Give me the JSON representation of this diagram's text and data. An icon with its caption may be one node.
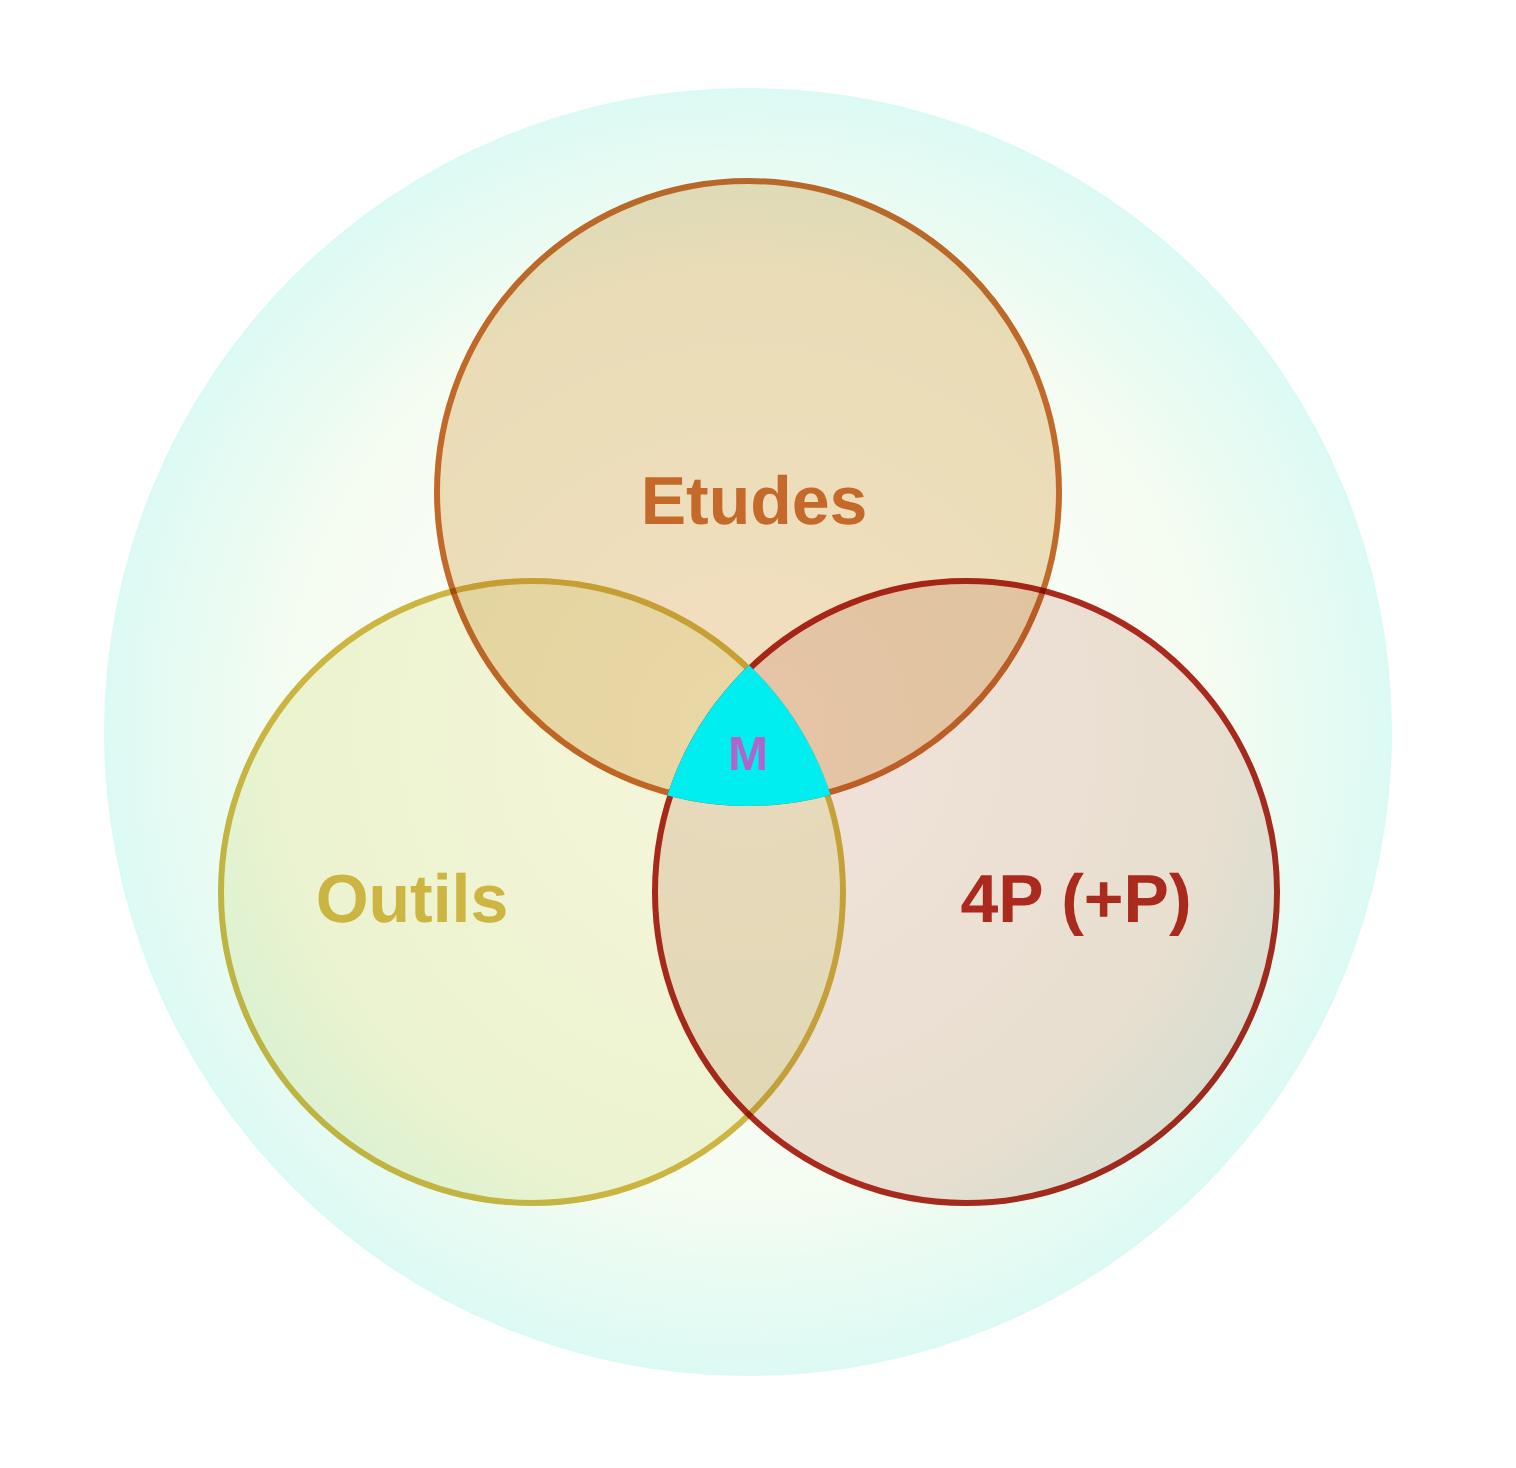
{
  "diagram": {
    "nodes": [
      {
        "text": [],
        "shape": "circle"
      },
      {
        "text": [
          "Etudes"
        ],
        "in": 0
      },
      {
        "text": [
          "Outils"
        ],
        "in": 0
      },
      {
        "text": [
          "4P (+P)"
        ],
        "in": 0
      },
      {
        "text": [
          "M"
        ],
        "in": 0
      }
    ]
  }
}
